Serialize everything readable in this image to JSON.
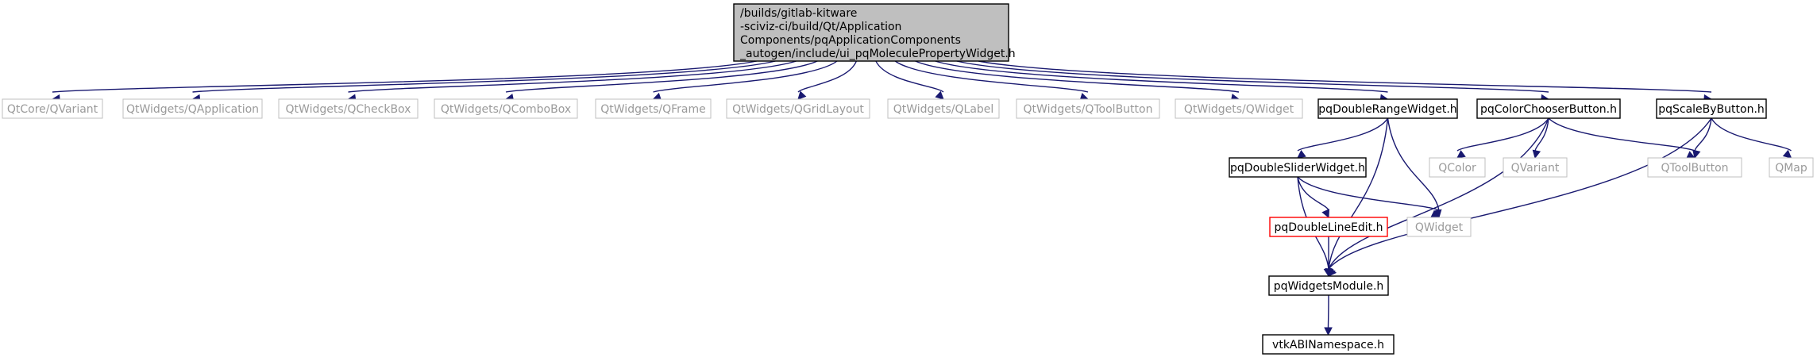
{
  "graph": {
    "root": {
      "lines": [
        "/builds/gitlab-kitware",
        "-sciviz-ci/build/Qt/Application",
        "Components/pqApplicationComponents",
        "_autogen/include/ui_pqMoleculePropertyWidget.h"
      ]
    },
    "nodes": {
      "qvariant_core": "QtCore/QVariant",
      "qapplication": "QtWidgets/QApplication",
      "qcheckbox": "QtWidgets/QCheckBox",
      "qcombobox": "QtWidgets/QComboBox",
      "qframe": "QtWidgets/QFrame",
      "qgridlayout": "QtWidgets/QGridLayout",
      "qlabel": "QtWidgets/QLabel",
      "qtoolbutton_w": "QtWidgets/QToolButton",
      "qwidget_w": "QtWidgets/QWidget",
      "pqdoublerange": "pqDoubleRangeWidget.h",
      "pqcolorchooser": "pqColorChooserButton.h",
      "pqscaleby": "pqScaleByButton.h",
      "pqdoubleslider": "pqDoubleSliderWidget.h",
      "qcolor": "QColor",
      "qvariant": "QVariant",
      "qtoolbutton": "QToolButton",
      "qmap": "QMap",
      "pqdoublelineedit": "pqDoubleLineEdit.h",
      "qwidget": "QWidget",
      "pqwidgetsmodule": "pqWidgetsModule.h",
      "vtkabinamespace": "vtkABINamespace.h"
    },
    "kinds": {
      "qvariant_core": "ext",
      "qapplication": "ext",
      "qcheckbox": "ext",
      "qcombobox": "ext",
      "qframe": "ext",
      "qgridlayout": "ext",
      "qlabel": "ext",
      "qtoolbutton_w": "ext",
      "qwidget_w": "ext",
      "pqdoublerange": "doc",
      "pqcolorchooser": "doc",
      "pqscaleby": "doc",
      "pqdoubleslider": "doc",
      "qcolor": "ext",
      "qvariant": "ext",
      "qtoolbutton": "ext",
      "qmap": "ext",
      "pqdoublelineedit": "missing",
      "qwidget": "ext",
      "pqwidgetsmodule": "doc",
      "vtkabinamespace": "doc"
    },
    "edges": [
      [
        "root",
        "qvariant_core"
      ],
      [
        "root",
        "qapplication"
      ],
      [
        "root",
        "qcheckbox"
      ],
      [
        "root",
        "qcombobox"
      ],
      [
        "root",
        "qframe"
      ],
      [
        "root",
        "qgridlayout"
      ],
      [
        "root",
        "qlabel"
      ],
      [
        "root",
        "qtoolbutton_w"
      ],
      [
        "root",
        "qwidget_w"
      ],
      [
        "root",
        "pqdoublerange"
      ],
      [
        "root",
        "pqcolorchooser"
      ],
      [
        "root",
        "pqscaleby"
      ],
      [
        "pqdoublerange",
        "pqdoubleslider"
      ],
      [
        "pqdoublerange",
        "qwidget"
      ],
      [
        "pqdoublerange",
        "pqwidgetsmodule"
      ],
      [
        "pqcolorchooser",
        "qcolor"
      ],
      [
        "pqcolorchooser",
        "qvariant"
      ],
      [
        "pqcolorchooser",
        "qtoolbutton"
      ],
      [
        "pqcolorchooser",
        "pqwidgetsmodule"
      ],
      [
        "pqscaleby",
        "qtoolbutton"
      ],
      [
        "pqscaleby",
        "qmap"
      ],
      [
        "pqscaleby",
        "pqwidgetsmodule"
      ],
      [
        "pqdoubleslider",
        "pqdoublelineedit"
      ],
      [
        "pqdoubleslider",
        "qwidget"
      ],
      [
        "pqdoubleslider",
        "pqwidgetsmodule"
      ],
      [
        "pqdoublelineedit",
        "pqwidgetsmodule"
      ],
      [
        "pqwidgetsmodule",
        "vtkabinamespace"
      ]
    ]
  }
}
